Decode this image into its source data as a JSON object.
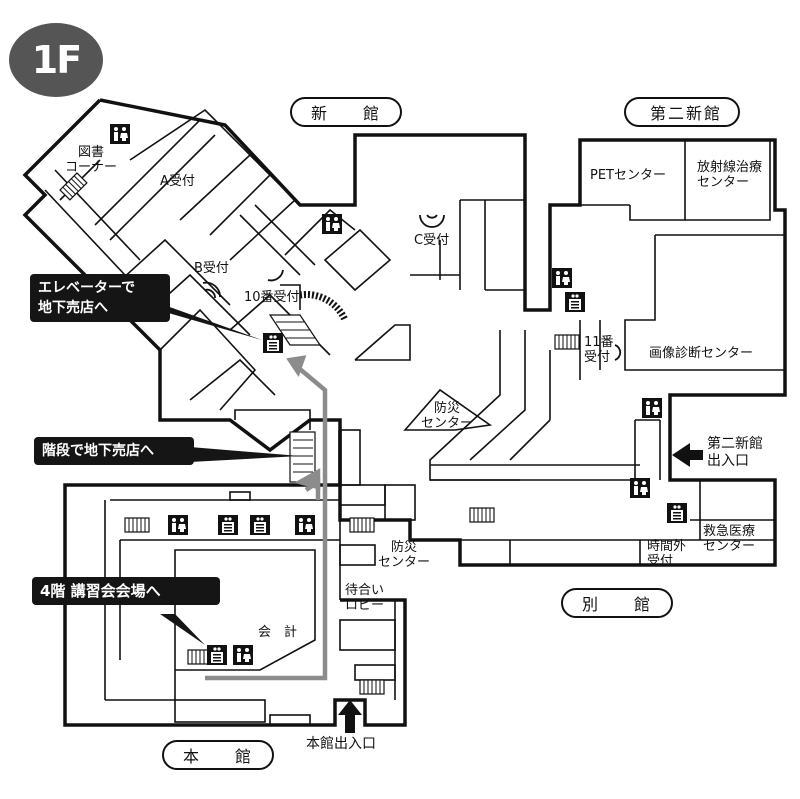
{
  "floor": {
    "label": "1F"
  },
  "buildings": {
    "shinkan": "新　館",
    "daini_shinkan": "第二新館",
    "bekkan": "別　館",
    "honkan": "本　館"
  },
  "callouts": {
    "elevator": [
      "エレベーターで",
      "地下売店へ"
    ],
    "stairs": "階段で地下売店へ",
    "floor4": "4階 講習会会場へ"
  },
  "rooms": {
    "library": [
      "図書",
      "コーナー"
    ],
    "reception_a": "A受付",
    "reception_b": "B受付",
    "reception_10": "10番受付",
    "reception_c": "C受付",
    "pet": "PETセンター",
    "radiation": [
      "放射線治療",
      "センター"
    ],
    "reception_11": [
      "11番",
      "受付"
    ],
    "imaging": "画像診断センター",
    "disaster_1": [
      "防災",
      "センター"
    ],
    "disaster_2": [
      "防災",
      "センター"
    ],
    "after_hours": [
      "時間外",
      "受付"
    ],
    "emergency": [
      "救急医療",
      "センター"
    ],
    "waiting": [
      "待合い",
      "ロビー"
    ],
    "accounting": "会　計"
  },
  "entrances": {
    "honkan": "本館出入口",
    "daini": [
      "第二新館",
      "出入口"
    ]
  },
  "icons": [
    "restroom-icon",
    "elevator-icon",
    "arrow-icon",
    "stairs-icon"
  ],
  "colors": {
    "walls": "#111111",
    "route": "#8c8c8c",
    "badge": "#555555",
    "callout": "#151515"
  }
}
